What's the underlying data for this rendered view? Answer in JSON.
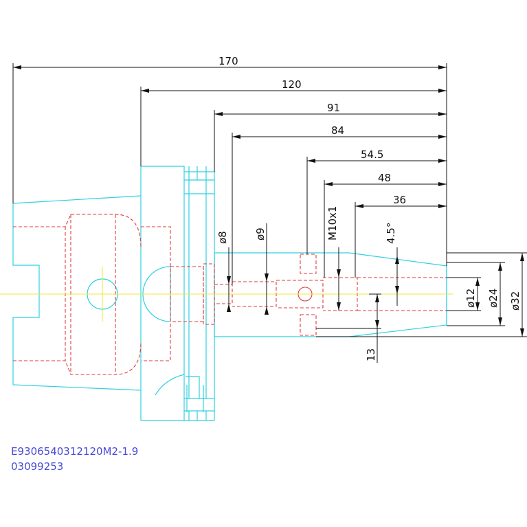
{
  "dimensions": {
    "length_170": "170",
    "length_120": "120",
    "length_91": "91",
    "length_84": "84",
    "length_54_5": "54.5",
    "length_48": "48",
    "length_36": "36",
    "dia_8": "ø8",
    "dia_9": "ø9",
    "thread": "M10x1",
    "angle": "4.5°",
    "dia_12": "ø12",
    "dia_24": "ø24",
    "dia_32": "ø32",
    "height_13": "13"
  },
  "part_code": {
    "line1": "E9306540312120M2-1.9",
    "line2": "03099253"
  },
  "colors": {
    "outline": "#2fd0e0",
    "hidden": "#e23a3a",
    "centerline": "#f2e640",
    "dimension": "#111111",
    "code": "#4a4ad8"
  }
}
